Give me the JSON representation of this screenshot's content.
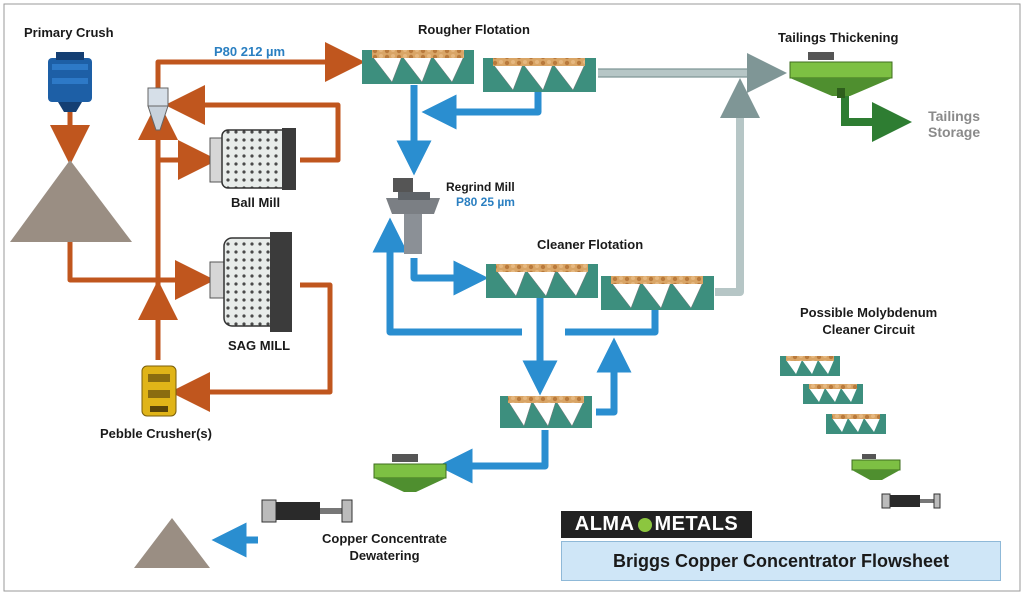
{
  "labels": {
    "primary_crush": "Primary Crush",
    "p80_212": "P80 212 µm",
    "rougher_flotation": "Rougher Flotation",
    "tailings_thickening": "Tailings Thickening",
    "tailings_storage": "Tailings\nStorage",
    "ball_mill": "Ball Mill",
    "regrind_mill": "Regrind Mill",
    "p80_25": "P80 25 µm",
    "cleaner_flotation": "Cleaner Flotation",
    "sag_mill": "SAG MILL",
    "possible_moly": "Possible Molybdenum\nCleaner Circuit",
    "pebble_crusher": "Pebble Crusher(s)",
    "copper_concentrate": "Copper Concentrate\nDewatering"
  },
  "logo": {
    "left": "ALMA",
    "right": "METALS"
  },
  "title": "Briggs Copper Concentrator Flowsheet",
  "colors": {
    "crush_flow": "#c0561e",
    "slurry_flow": "#2a8ed0",
    "tailings_flow": "#9ab0b0",
    "thickener_out": "#2e7d32",
    "cell_body": "#3d8f7e",
    "froth": "#c08a4e"
  }
}
